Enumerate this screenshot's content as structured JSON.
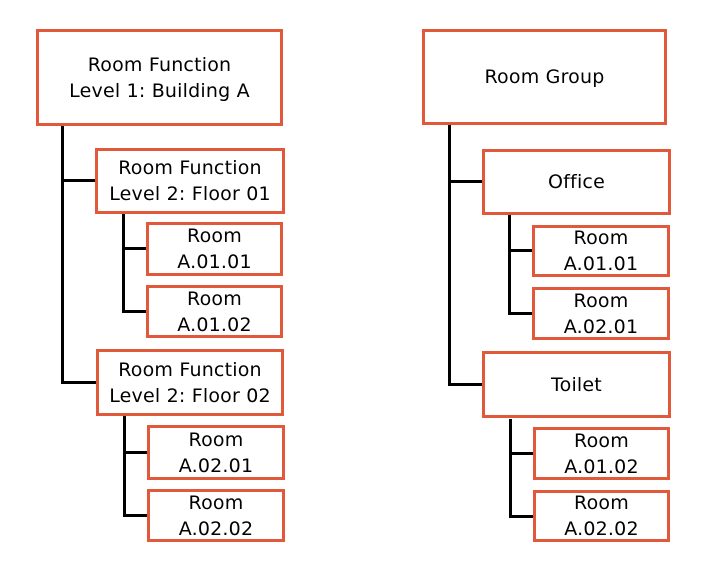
{
  "style": {
    "box_border_color": "#e2583a",
    "connector_color": "#000000",
    "text_color": "#000000",
    "background_color": "#ffffff"
  },
  "left_tree": {
    "root": {
      "line1": "Room Function",
      "line2": "Level 1: Building A"
    },
    "floor01": {
      "line1": "Room Function",
      "line2": "Level 2: Floor 01"
    },
    "floor01_room1": {
      "line1": "Room",
      "line2": "A.01.01"
    },
    "floor01_room2": {
      "line1": "Room",
      "line2": "A.01.02"
    },
    "floor02": {
      "line1": "Room Function",
      "line2": "Level 2: Floor 02"
    },
    "floor02_room1": {
      "line1": "Room",
      "line2": "A.02.01"
    },
    "floor02_room2": {
      "line1": "Room",
      "line2": "A.02.02"
    }
  },
  "right_tree": {
    "root": {
      "line1": "Room Group"
    },
    "office": {
      "line1": "Office"
    },
    "office_room1": {
      "line1": "Room",
      "line2": "A.01.01"
    },
    "office_room2": {
      "line1": "Room",
      "line2": "A.02.01"
    },
    "toilet": {
      "line1": "Toilet"
    },
    "toilet_room1": {
      "line1": "Room",
      "line2": "A.01.02"
    },
    "toilet_room2": {
      "line1": "Room",
      "line2": "A.02.02"
    }
  }
}
